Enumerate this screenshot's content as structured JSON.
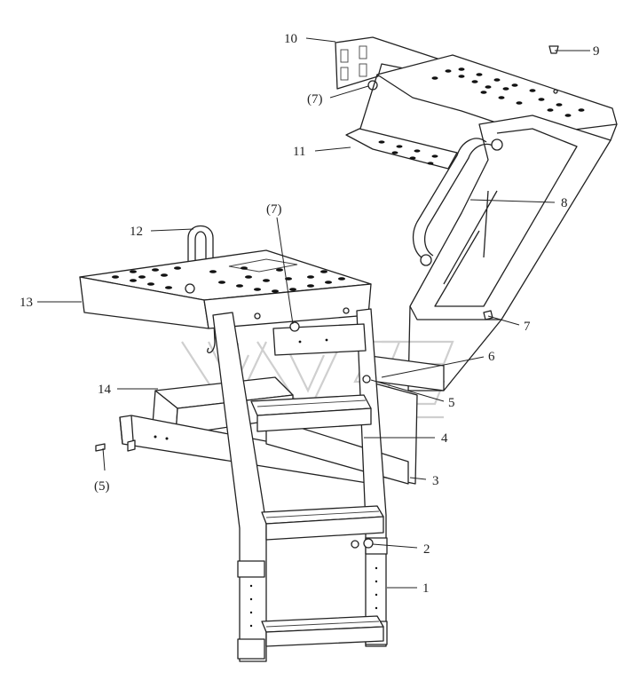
{
  "callouts": [
    {
      "id": "1",
      "text": "1"
    },
    {
      "id": "2",
      "text": "2"
    },
    {
      "id": "3",
      "text": "3"
    },
    {
      "id": "4",
      "text": "4"
    },
    {
      "id": "5",
      "text": "5"
    },
    {
      "id": "5p",
      "text": "(5)"
    },
    {
      "id": "6",
      "text": "6"
    },
    {
      "id": "7",
      "text": "7"
    },
    {
      "id": "7a",
      "text": "(7)"
    },
    {
      "id": "7b",
      "text": "(7)"
    },
    {
      "id": "8",
      "text": "8"
    },
    {
      "id": "9",
      "text": "9"
    },
    {
      "id": "10",
      "text": "10"
    },
    {
      "id": "11",
      "text": "11"
    },
    {
      "id": "12",
      "text": "12"
    },
    {
      "id": "13",
      "text": "13"
    },
    {
      "id": "14",
      "text": "14"
    }
  ]
}
